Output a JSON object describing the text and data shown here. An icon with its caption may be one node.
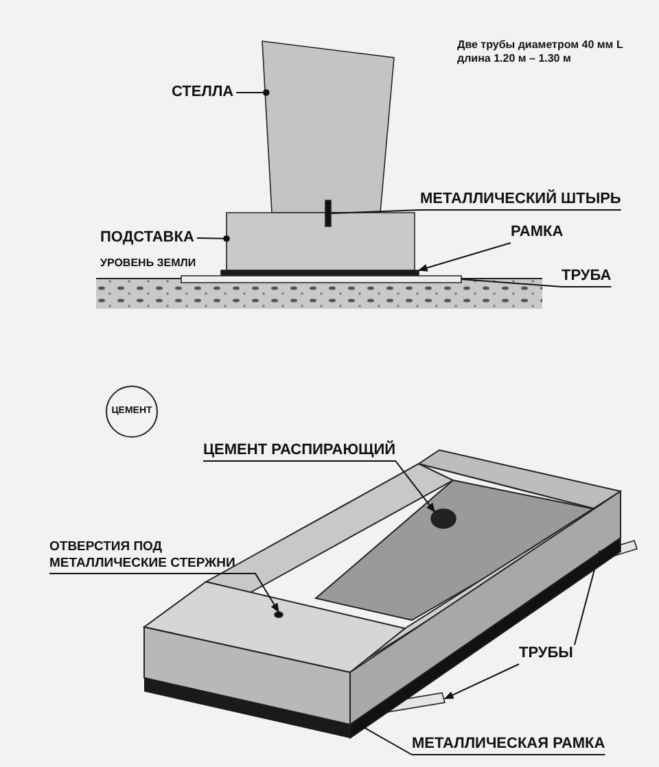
{
  "diagram": {
    "nodes": [
      {
        "text": [
          "СТЕЛЛА"
        ]
      },
      {
        "text": [],
        "shape": "box"
      },
      {
        "text": [
          "МЕТАЛЛИЧЕСКИЙ ШТЫРЬ"
        ]
      },
      {
        "text": [],
        "shape": "bar"
      },
      {
        "text": [
          "ПОДСТАВКА"
        ]
      },
      {
        "text": [],
        "shape": "box"
      },
      {
        "text": [
          "РАМКА"
        ]
      },
      {
        "text": [],
        "shape": "bar"
      },
      {
        "text": [
          "ТРУБА"
        ]
      },
      {
        "text": [],
        "shape": "bar"
      },
      {
        "text": [
          "ЦЕМЕНТ"
        ]
      },
      {
        "text": [
          "ЦЕМЕНТ РАСПИРАЮЩИЙ"
        ]
      },
      {
        "text": [],
        "shape": "circle"
      },
      {
        "text": [
          "ОТВЕРСТИЯ ПОД МЕТАЛЛИЧЕСКИЕ СТЕРЖНИ"
        ]
      },
      {
        "text": [],
        "shape": "circle"
      },
      {
        "text": [
          "ТРУБЫ"
        ]
      },
      {
        "text": [],
        "shape": "bar"
      },
      {
        "text": [],
        "shape": "bar"
      },
      {
        "text": [
          "МЕТАЛЛИЧЕСКАЯ РАМКА"
        ]
      },
      {
        "text": [],
        "shape": "bar"
      }
    ],
    "edges": [
      {
        "from": 0,
        "to": 1,
        "arrow": "other"
      },
      {
        "from": 2,
        "to": 3,
        "arrow": "none"
      },
      {
        "from": 4,
        "to": 5,
        "arrow": "other"
      },
      {
        "from": 6,
        "to": 7,
        "arrow": "to"
      },
      {
        "from": 8,
        "to": 9,
        "arrow": "none"
      },
      {
        "from": 11,
        "to": 12,
        "arrow": "to"
      },
      {
        "from": 13,
        "to": 14,
        "arrow": "to"
      },
      {
        "from": 15,
        "to": 16,
        "arrow": "to"
      },
      {
        "from": 15,
        "to": 17,
        "arrow": "to"
      },
      {
        "from": 18,
        "to": 19,
        "arrow": "none"
      }
    ],
    "labels": [
      "Две трубы диаметром 40 мм L длина 1.20 м – 1.30 м",
      "УРОВЕНЬ ЗЕМЛИ"
    ]
  }
}
